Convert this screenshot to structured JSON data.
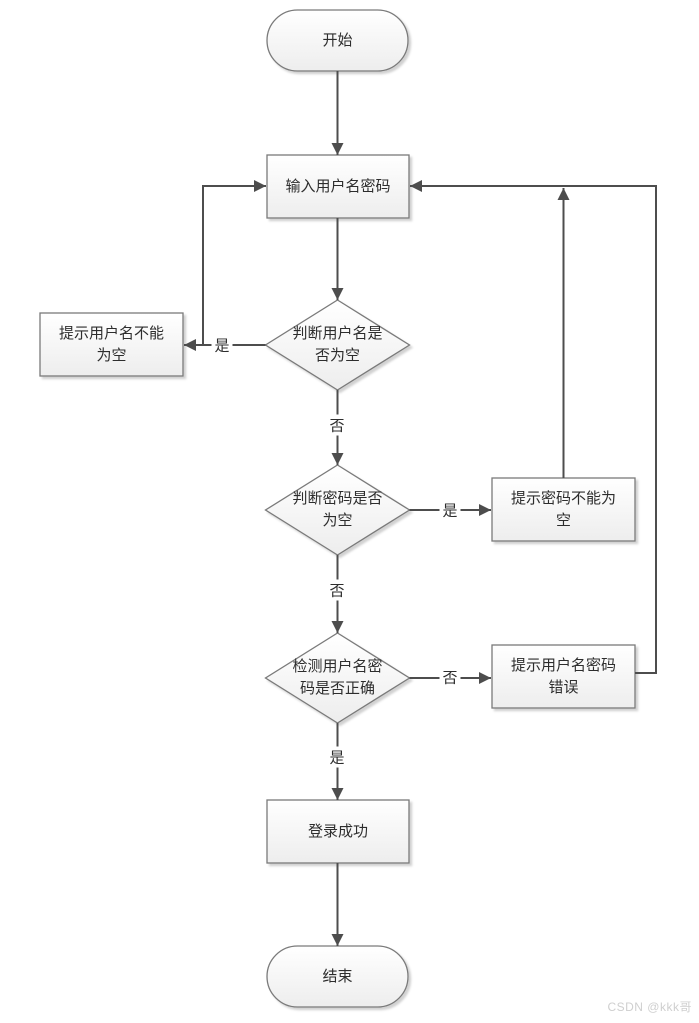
{
  "diagram": {
    "type": "flowchart",
    "nodes": {
      "start": "开始",
      "input": "输入用户名密码",
      "check_username": "判断用户名是\n否为空",
      "prompt_username_empty": "提示用户名不能\n为空",
      "check_password": "判断密码是否\n为空",
      "prompt_password_empty": "提示密码不能为\n空",
      "check_credentials": "检测用户名密\n码是否正确",
      "prompt_credentials_wrong": "提示用户名密码\n错误",
      "login_success": "登录成功",
      "end": "结束"
    },
    "edge_labels": {
      "username_empty_yes": "是",
      "username_empty_no": "否",
      "password_empty_yes": "是",
      "password_empty_no": "否",
      "credentials_wrong_no": "否",
      "credentials_ok_yes": "是"
    },
    "colors": {
      "node_border": "#7a7a7a",
      "node_fill_top": "#ffffff",
      "node_fill_bottom": "#ededed",
      "connector": "#4d4d4d",
      "text": "#2d2d2d",
      "watermark": "#cfcfcf"
    }
  },
  "watermark": "CSDN @kkk哥"
}
